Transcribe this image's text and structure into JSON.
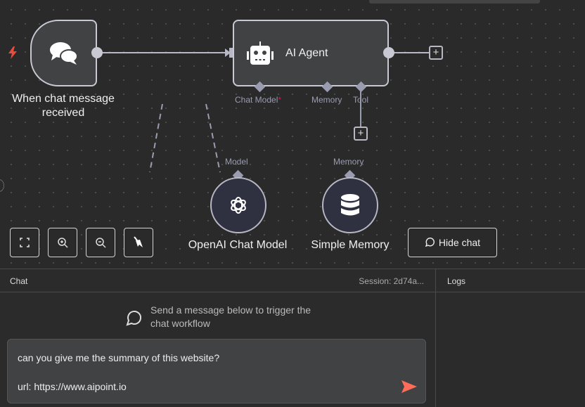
{
  "nodes": {
    "trigger": {
      "label": "When chat message received",
      "icon": "chat-bubbles-icon"
    },
    "agent": {
      "label": "AI Agent",
      "icon": "robot-icon",
      "ports": {
        "chat_model": "Chat Model",
        "required": "*",
        "memory": "Memory",
        "tool": "Tool"
      }
    },
    "openai": {
      "label": "OpenAI Chat Model",
      "port": "Model",
      "icon": "openai-icon"
    },
    "memory": {
      "label": "Simple Memory",
      "port": "Memory",
      "icon": "database-icon"
    }
  },
  "controls": {
    "hide_chat": "Hide chat"
  },
  "chat": {
    "title": "Chat",
    "session": "Session: 2d74a...",
    "hint": "Send a message below to trigger the chat workflow",
    "message_line1": "can you give me the summary of this website?",
    "message_line2": "url: https://www.aipoint.io"
  },
  "logs": {
    "title": "Logs"
  },
  "colors": {
    "accent": "#ff6d5a",
    "trigger_bolt": "#ea4b3c"
  }
}
